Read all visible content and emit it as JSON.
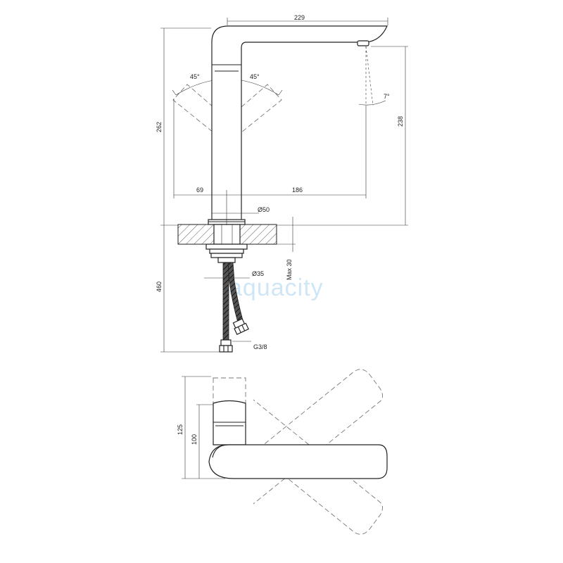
{
  "dimensions": {
    "spout_reach": "229",
    "height_total": "262",
    "height_outlet": "238",
    "swivel_left": "45°",
    "swivel_right": "45°",
    "spout_angle": "7°",
    "axis_left": "69",
    "axis_right": "186",
    "base_diameter": "Ø50",
    "hole_diameter": "Ø35",
    "max_worktop": "Max 30",
    "hose_length": "460",
    "connection": "G3/8",
    "plan_height_total": "125",
    "plan_height_body": "100"
  },
  "watermark": {
    "text": "aquacity"
  }
}
